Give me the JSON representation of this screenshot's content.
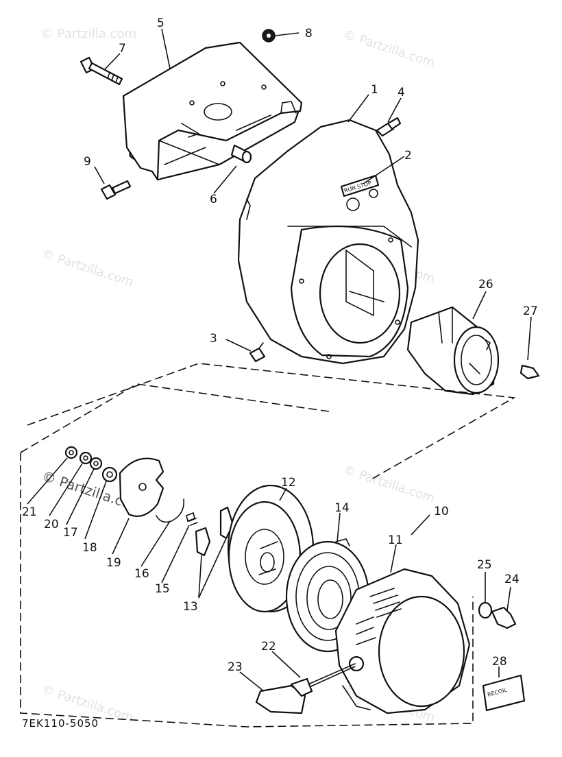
{
  "diagram_code": "7EK110-5050",
  "watermark_text": "© Partzilla.com",
  "switch_label": "RUN STOP",
  "decal_text": "RECOIL",
  "callouts": [
    "1",
    "2",
    "3",
    "4",
    "5",
    "6",
    "7",
    "8",
    "9",
    "10",
    "11",
    "12",
    "13",
    "14",
    "15",
    "16",
    "17",
    "18",
    "19",
    "20",
    "21",
    "22",
    "23",
    "24",
    "25",
    "26",
    "27",
    "28"
  ]
}
